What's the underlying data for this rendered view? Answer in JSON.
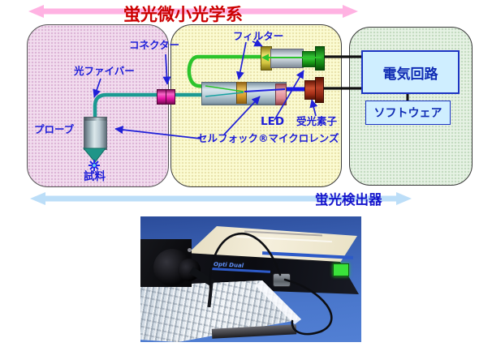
{
  "diagram": {
    "top_system_label": "蛍光微小光学系",
    "bottom_system_label": "蛍光検出器",
    "labels": {
      "connector": "コネクター",
      "optical_fiber": "光ファイバー",
      "filter": "フィルター",
      "probe": "プローブ",
      "sample": "試料",
      "led": "LED",
      "photodetector": "受光素子",
      "selfoc_microlens": "セルフォック®マイクロレンズ",
      "electric_circuit": "電気回路",
      "software": "ソフトウェア"
    },
    "colors": {
      "title_red": "#cc0000",
      "label_blue": "#1c1cd8",
      "optics_box_pink": "#f2dcee",
      "lens_box_yellow": "#fbfbd2",
      "detector_box_green": "#e6f2e4",
      "top_arrow_pink": "#ffb2e2",
      "bottom_arrow_blue": "#bcdef8",
      "fiber_teal": "#1b9a92",
      "excitation_fiber_green": "#2cc42c",
      "connector_magenta": "#e818a8",
      "led_light_blue": "#1818e8",
      "circuit_box_fill": "#cfeeff",
      "circuit_box_border": "#1c34c4"
    }
  },
  "photo": {
    "device_logo": "Opti Dual"
  }
}
